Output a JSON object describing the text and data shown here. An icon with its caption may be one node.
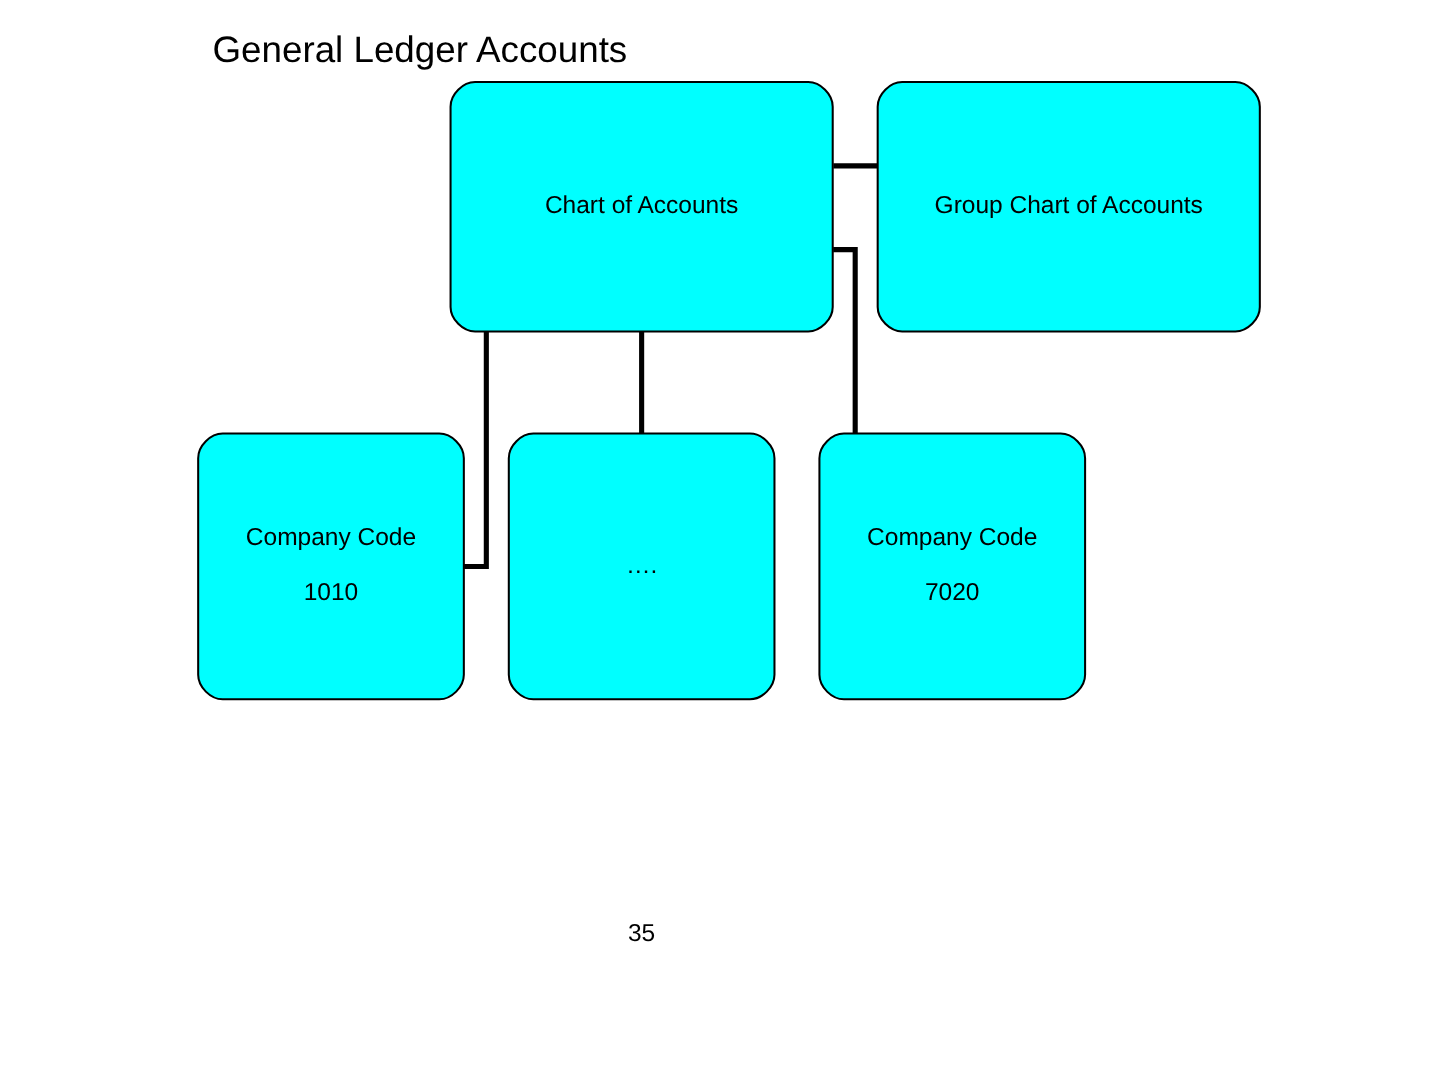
{
  "diagram": {
    "title": "General Ledger Accounts",
    "nodes": [
      {
        "text": [
          "Chart of Accounts"
        ]
      },
      {
        "text": [
          "Group Chart of Accounts"
        ]
      },
      {
        "text": [
          "Company Code",
          "1010"
        ]
      },
      {
        "text": [
          "…."
        ]
      },
      {
        "text": [
          "Company Code",
          "7020"
        ]
      }
    ],
    "edges": [
      {
        "from": 0,
        "to": 1,
        "arrow": "none"
      },
      {
        "from": 0,
        "to": 2,
        "arrow": "none"
      },
      {
        "from": 0,
        "to": 3,
        "arrow": "none"
      },
      {
        "from": 0,
        "to": 4,
        "arrow": "none"
      }
    ],
    "labels": [
      "35"
    ]
  }
}
